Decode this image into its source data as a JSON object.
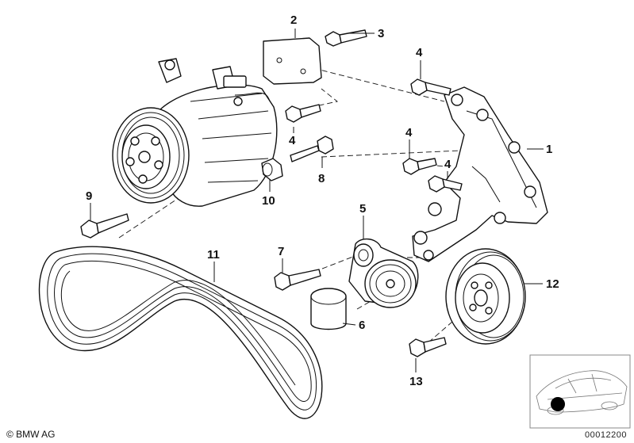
{
  "callouts": [
    {
      "id": "p1",
      "label": "1"
    },
    {
      "id": "p2",
      "label": "2"
    },
    {
      "id": "p3",
      "label": "3"
    },
    {
      "id": "p4a",
      "label": "4"
    },
    {
      "id": "p4b",
      "label": "4"
    },
    {
      "id": "p4c",
      "label": "4"
    },
    {
      "id": "p4d",
      "label": "4"
    },
    {
      "id": "p5",
      "label": "5"
    },
    {
      "id": "p6",
      "label": "6"
    },
    {
      "id": "p7",
      "label": "7"
    },
    {
      "id": "p8",
      "label": "8"
    },
    {
      "id": "p9",
      "label": "9"
    },
    {
      "id": "p10",
      "label": "10"
    },
    {
      "id": "p11",
      "label": "11"
    },
    {
      "id": "p12",
      "label": "12"
    },
    {
      "id": "p13",
      "label": "13"
    }
  ],
  "copyright": "© BMW AG",
  "image_number": "00012200",
  "colors": {
    "line": "#111111",
    "background": "#ffffff",
    "thumbnail_border": "#888888"
  }
}
